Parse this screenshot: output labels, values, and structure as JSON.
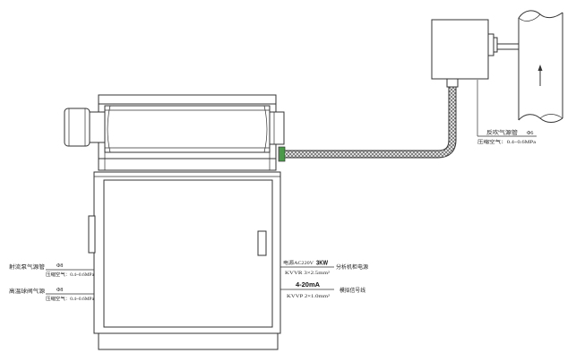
{
  "backflush_line": {
    "label": "反吹气源管",
    "size": "Φ6",
    "medium": "压缩空气：0.4~0.6MPa"
  },
  "air_supplies": [
    {
      "label": "射流泵气源管",
      "size": "Φ8",
      "medium": "压缩空气：0.4~0.6MPa"
    },
    {
      "label": "高温球阀气源",
      "size": "Φ8",
      "medium": "压缩空气：0.4~0.6MPa"
    }
  ],
  "power_cable": {
    "spec": "电源AC220V",
    "power": "3KW",
    "cable": "KVVR 3×2.5mm²",
    "label": "分析机柜电源"
  },
  "signal_cable": {
    "spec": "4-20mA",
    "cable": "KVVP 2×1.0mm²",
    "label": "模拟信号线"
  },
  "icons": {
    "flow_direction": "arrow-up-icon"
  },
  "colors": {
    "line": "#333333",
    "braid": "#6b6b6b",
    "connector": "#4a9a4a",
    "background": "#ffffff"
  }
}
